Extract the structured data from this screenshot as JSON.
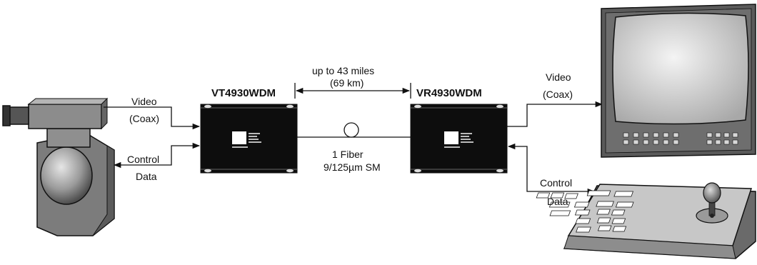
{
  "devices": {
    "transmitter": {
      "model": "VT4930WDM",
      "logo": "ifs"
    },
    "receiver": {
      "model": "VR4930WDM",
      "logo": "ifs"
    }
  },
  "left_links": {
    "video_line1": "Video",
    "video_line2": "(Coax)",
    "control_line1": "Control",
    "control_line2": "Data"
  },
  "right_links": {
    "video_line1": "Video",
    "video_line2": "(Coax)",
    "control_line1": "Control",
    "control_line2": "Data"
  },
  "distance": {
    "line1": "up to 43 miles",
    "line2": "(69 km)"
  },
  "fiber": {
    "line1": "1 Fiber",
    "line2": "9/125µm SM"
  },
  "colors": {
    "device_body": "#0d0d0d",
    "camera_gray": "#8c8c8c",
    "monitor_frame": "#5a5a5a",
    "screen_light": "#d9d9d9",
    "line": "#111111"
  }
}
